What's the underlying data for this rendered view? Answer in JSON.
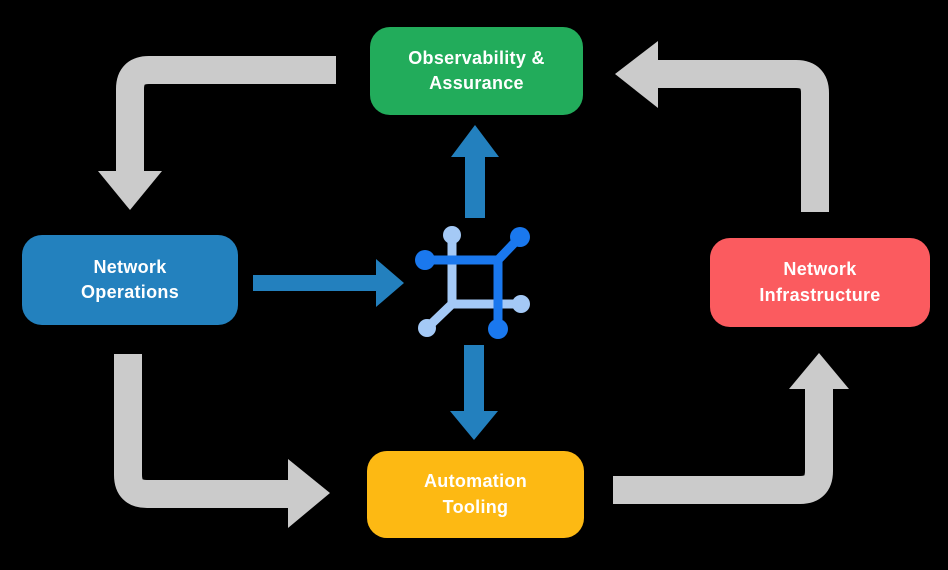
{
  "canvas": {
    "background_color": "#000000"
  },
  "nodes": {
    "observability": {
      "label": "Observability &\nAssurance",
      "color": "#22AC5B",
      "text_color": "#FFFFFF"
    },
    "operations": {
      "label": "Network\nOperations",
      "color": "#2381BE",
      "text_color": "#FFFFFF"
    },
    "infrastructure": {
      "label": "Network\nInfrastructure",
      "color": "#FB5B5F",
      "text_color": "#FFFFFF"
    },
    "automation": {
      "label": "Automation\nTooling",
      "color": "#FDB913",
      "text_color": "#FFFFFF"
    }
  },
  "arrows": {
    "gray_color": "#CBCBCB",
    "blue_color": "#2380BE",
    "connections": [
      {
        "from": "observability",
        "to": "operations",
        "style": "gray"
      },
      {
        "from": "operations",
        "to": "automation",
        "style": "gray"
      },
      {
        "from": "automation",
        "to": "infrastructure",
        "style": "gray"
      },
      {
        "from": "infrastructure",
        "to": "observability",
        "style": "gray"
      },
      {
        "from": "operations",
        "to": "center-icon",
        "style": "blue"
      },
      {
        "from": "center-icon",
        "to": "observability",
        "style": "blue"
      },
      {
        "from": "center-icon",
        "to": "automation",
        "style": "blue"
      }
    ]
  },
  "center_icon": {
    "name": "network-mesh-icon",
    "dark_color": "#1A78EE",
    "light_color": "#A4C9F6"
  }
}
